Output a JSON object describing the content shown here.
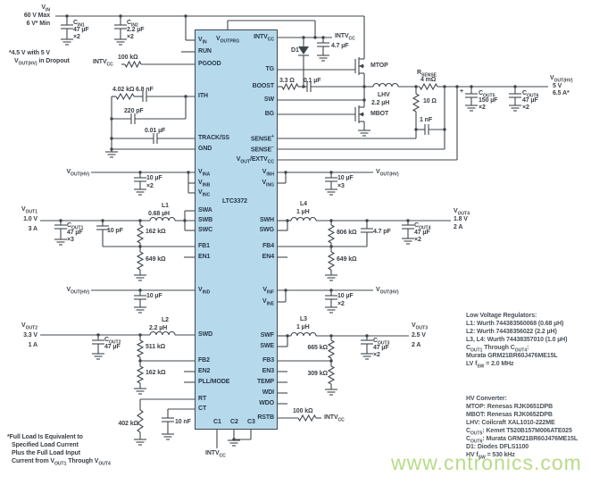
{
  "colors": {
    "ic_fill": "#b7d9ec",
    "wire": "#3f474d",
    "text": "#3b4146",
    "watermark_green": "#8dc63f"
  },
  "ic": {
    "part": "LTC3372",
    "top_pin": "V_{OUTPRG}",
    "left_pins": [
      "V_{IN}",
      "RUN",
      "PGOOD",
      "ITH",
      "TRACK/SS",
      "GND",
      "V_{INA}",
      "V_{INB}",
      "V_{INC}",
      "SWA",
      "SWB",
      "SWC",
      "FB1",
      "EN1",
      "V_{IND}",
      "SWD",
      "FB2",
      "EN2",
      "PLL/MODE",
      "RT",
      "CT"
    ],
    "right_pins": [
      "INTV_{CC}",
      "TG",
      "BOOST",
      "SW",
      "BG",
      "SENSE^{+}",
      "SENSE^{−}",
      "V_{OUT}/EXTV_{CC}",
      "V_{INH}",
      "V_{ING}",
      "SWH",
      "SWG",
      "FB4",
      "EN4",
      "V_{INF}",
      "V_{INE}",
      "SWF",
      "SWE",
      "FB3",
      "EN3",
      "TEMP",
      "WDI",
      "WDO",
      "RSTB"
    ],
    "bottom_pins": [
      "C1",
      "C2",
      "C3"
    ]
  },
  "labels": {
    "vin": "V_{IN}",
    "vin_max": "60 V Max",
    "vin_min": "6 V* Min",
    "cin1": "C_{IN1}",
    "cin1_v": "47 µF",
    "cin1_q": "×2",
    "cin2": "C_{IN2}",
    "cin2_v": "2.2 µF",
    "cin2_q": "×2",
    "dropout1": "*4.5 V with 5 V",
    "dropout2": "V_{OUT(HV)} in Dropout",
    "intvcc_pgood": "INTV_{CC}",
    "r_pgood": "100 kΩ",
    "r_ith": "4.02 kΩ",
    "c_ith": "6.8 nF",
    "c_ith2": "220 pF",
    "c_ss": "0.01 µF",
    "vouthv_ina": "V_{OUT(HV)}",
    "c_vina": "10 µF",
    "c_vina_q": "×2",
    "vout1": "V_{OUT1}",
    "vout1_v": "1.0 V",
    "vout1_a": "3 A",
    "l1": "L1",
    "l1_v": "0.68 µH",
    "cout1": "C_{OUT1}",
    "cout1_v": "47 µF",
    "cout1_q": "×3",
    "c_10pf": "10 pF",
    "r_162": "162 kΩ",
    "r_649": "649 kΩ",
    "vouthv_ind": "V_{OUT(HV)}",
    "c_vind": "10 µF",
    "vout2": "V_{OUT2}",
    "vout2_v": "3.3 V",
    "vout2_a": "1 A",
    "l2": "L2",
    "l2_v": "2.2 µH",
    "cout2": "C_{OUT2}",
    "cout2_v": "47 µF",
    "r_511": "511 kΩ",
    "r_162b": "162 kΩ",
    "r_402": "402 kΩ",
    "c_10nf": "10 nF",
    "fn1": "*Full Load Is Equivalent to",
    "fn2": "Specified Load Current",
    "fn3": "Plus the Full Load Input",
    "fn4": "Current from V_{OUT1} Through V_{OUT4}",
    "intvcc_c1": "INTV_{CC}",
    "intvcc_top": "INTV_{CC}",
    "c_intvcc": "4.7 µF",
    "d1": "D1",
    "r_boost": "3.3 Ω",
    "c_boost": "0.1 µF",
    "mtop": "MTOP",
    "mbot": "MBOT",
    "lhv": "LHV",
    "lhv_v": "2.2 µH",
    "rsense": "R_{SENSE}",
    "rsense_v": "4 mΩ",
    "r_10": "10 Ω",
    "c_1nf": "1 nF",
    "plus": "+",
    "cout5": "C_{OUT5}",
    "cout5_v": "150 µF",
    "cout5_q": "×2",
    "cout6": "C_{OUT6}",
    "cout6_v": "47 µF",
    "cout6_q": "×2",
    "vouthv_out": "V_{OUT(HV)}",
    "vouthv_v": "5 V",
    "vouthv_a": "6.5 A*",
    "vouthv_inh": "V_{OUT(HV)}",
    "c_vinh": "10 µF",
    "c_vinh_q": "×3",
    "l4": "L4",
    "l4_v": "1 µH",
    "r_806": "806 kΩ",
    "c_47pf": "4.7 pF",
    "r_649b": "649 kΩ",
    "cout4": "C_{OUT4}",
    "cout4_v": "47 µF",
    "cout4_q": "×2",
    "vout4": "V_{OUT4}",
    "vout4_v": "1.8 V",
    "vout4_a": "2 A",
    "vouthv_inf": "V_{OUT(HV)}",
    "c_vinf": "10 µF",
    "c_vinf_q": "×2",
    "l3": "L3",
    "l3_v": "1 µH",
    "r_665": "665 kΩ",
    "r_309": "309 kΩ",
    "cout3": "C_{OUT3}",
    "cout3_v": "47 µF",
    "cout3_q": "×2",
    "vout3": "V_{OUT3}",
    "vout3_v": "2.5 V",
    "vout3_a": "2 A",
    "r_rstb": "100 kΩ",
    "intvcc_rstb": "INTV_{CC}"
  },
  "notes": {
    "lv": [
      "Low Voltage Regulators:",
      "L1: Wurth 744383560068 (0.68 µH)",
      "L2: Wurth 74438356022 (2.2 µH)",
      "L3, L4: Wurth 74438357010 (1.0 µH)",
      "C_{OUT1} Through C_{OUT4}:",
      "Murata GRM21BR60J476ME15L",
      "LV f_{SW} = 2.0 MHz"
    ],
    "hv": [
      "HV Converter:",
      "MTOP: Renesas RJK0651DPB",
      "MBOT: Renesas RJK0652DPB",
      "LHV: Coilcraft XAL1010-222ME",
      "C_{OUT5}: Kemet T520B157M006ATE025",
      "C_{OUT6}: Murata GRM21BR60J476ME15L",
      "D1: Diodes DFLS1100",
      "HV f_{SW} = 530 kHz"
    ]
  },
  "watermark": "www.cntronics.com"
}
